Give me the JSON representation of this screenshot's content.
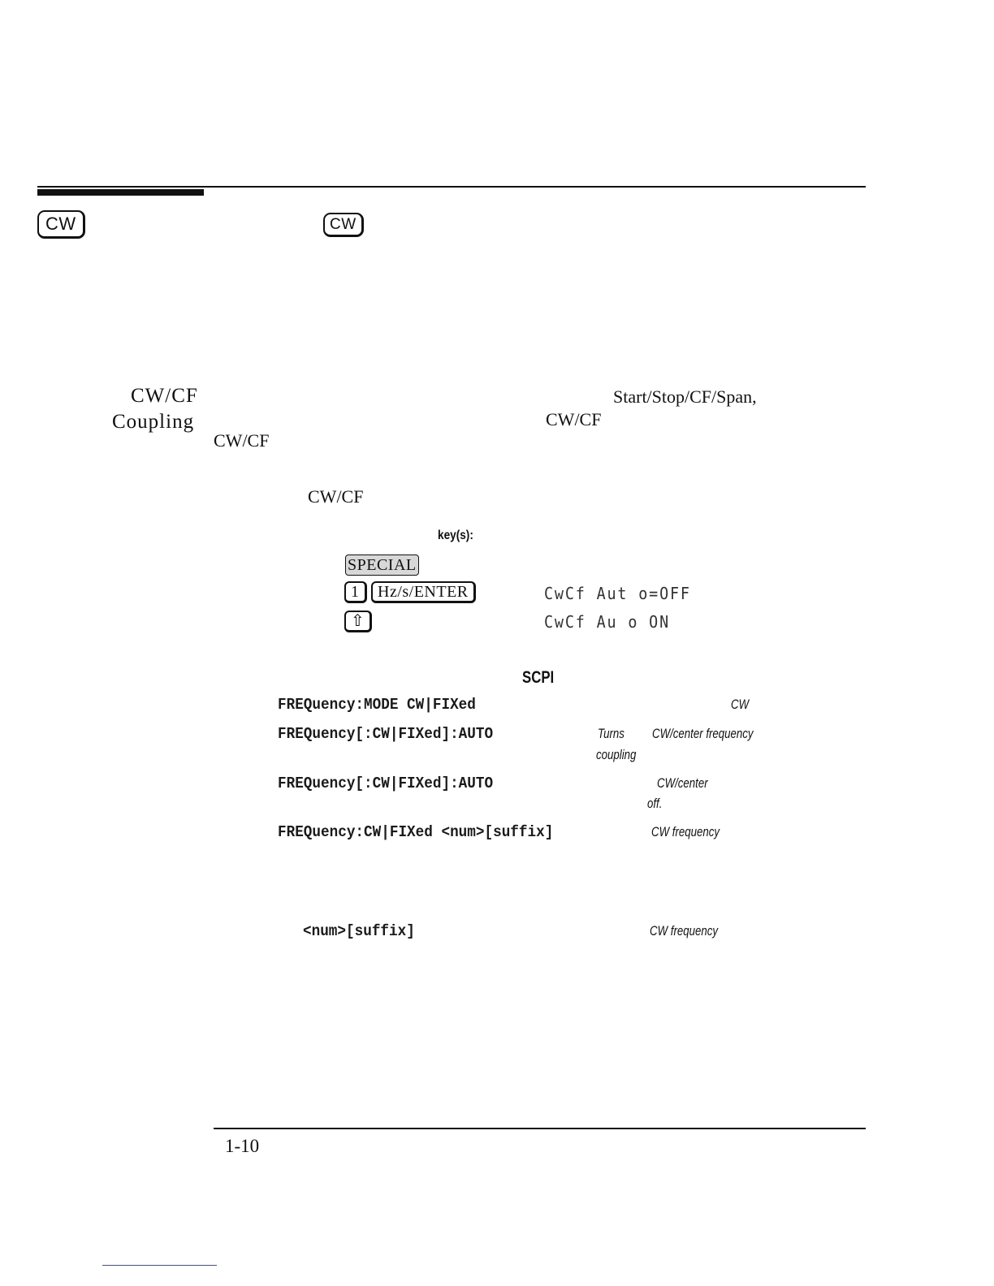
{
  "keys": {
    "cw_margin": "CW",
    "cw_inline": "CW",
    "special": "SPECIAL",
    "one": "1",
    "enter": "Hz/s/ENTER",
    "shift": "⇧"
  },
  "section": {
    "heading_line1": "CW/CF",
    "heading_line2": "Coupling",
    "text_start_stop": "Start/Stop/CF/Span,",
    "text_cwcf_a": "CW/CF",
    "text_cwcf_b": "CW/CF",
    "text_cwcf_c": "CW/CF",
    "keys_label": "key(s):"
  },
  "display": {
    "auto_off": "CwCf Aut o=OFF",
    "auto_on": "CwCf Au o ON"
  },
  "scpi": {
    "heading": "SCPI",
    "commands": [
      "FREQuency:MODE CW|FIXed",
      "FREQuency[:CW|FIXed]:AUTO",
      "FREQuency[:CW|FIXed]:AUTO",
      "FREQuency:CW|FIXed <num>[suffix]"
    ],
    "desc_cw": "CW",
    "desc_turns": "Turns",
    "desc_coupling_freq": "CW/center frequency",
    "desc_coupling": "coupling",
    "desc_center": "CW/center",
    "desc_off": "off.",
    "desc_cw_freq": "CW frequency"
  },
  "param": {
    "name": "<num>[suffix]",
    "desc": "CW frequency"
  },
  "footer": {
    "page_number": "1-10"
  }
}
